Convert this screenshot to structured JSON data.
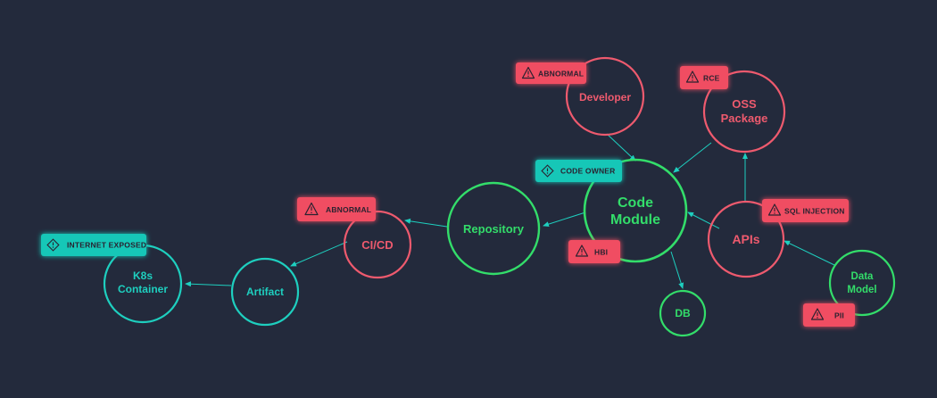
{
  "colors": {
    "background": "#232a3c",
    "teal": "#1ecfbf",
    "green": "#33dd6a",
    "red": "#ee5a6e",
    "tag_red": "#f04d62",
    "tag_teal": "#14c7b7",
    "tag_text_dark": "#2a2230"
  },
  "nodes": {
    "k8s": {
      "line1": "K8s",
      "line2": "Container"
    },
    "artifact": {
      "label": "Artifact"
    },
    "cicd": {
      "label": "CI/CD"
    },
    "repository": {
      "label": "Repository"
    },
    "code_module": {
      "line1": "Code",
      "line2": "Module"
    },
    "developer": {
      "label": "Developer"
    },
    "oss": {
      "line1": "OSS",
      "line2": "Package"
    },
    "apis": {
      "label": "APIs"
    },
    "db": {
      "label": "DB"
    },
    "data_model": {
      "line1": "Data",
      "line2": "Model"
    }
  },
  "tags": {
    "internet_exposed": {
      "text": "INTERNET EXPOSED",
      "icon": "exclamation-diamond-icon"
    },
    "cicd_abnormal": {
      "text": "ABNORMAL",
      "icon": "warning-triangle-icon"
    },
    "code_owner": {
      "text": "CODE OWNER",
      "icon": "exclamation-diamond-icon"
    },
    "developer_abnormal": {
      "text": "ABNORMAL",
      "icon": "warning-triangle-icon"
    },
    "rce": {
      "text": "RCE",
      "icon": "warning-triangle-icon"
    },
    "sql_injection": {
      "text": "SQL INJECTION",
      "icon": "warning-triangle-icon"
    },
    "hbi": {
      "text": "HBI",
      "icon": "warning-triangle-icon"
    },
    "pii": {
      "text": "PII",
      "icon": "warning-triangle-icon"
    }
  }
}
